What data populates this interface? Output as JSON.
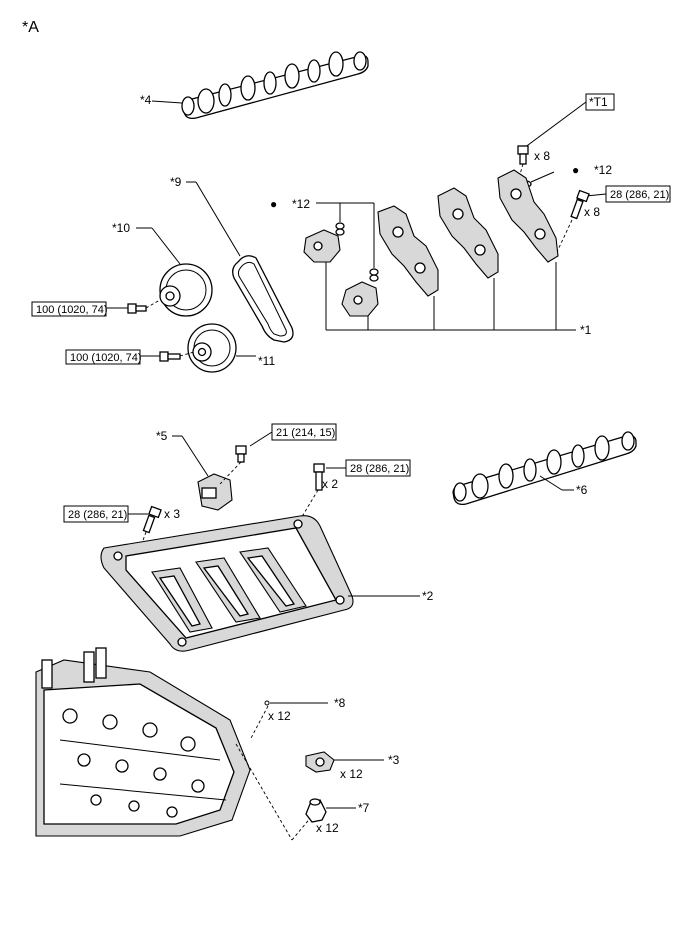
{
  "view_label": "*A",
  "callouts": {
    "c1": "*1",
    "c2": "*2",
    "c3": "*3",
    "c4": "*4",
    "c5": "*5",
    "c6": "*6",
    "c7": "*7",
    "c8": "*8",
    "c9": "*9",
    "c10": "*10",
    "c11": "*11",
    "c12a": "*12",
    "c12b": "*12",
    "t1": "*T1"
  },
  "quantities": {
    "q_bolt_t1": "x 8",
    "q_bolt_cap": "x 8",
    "q_bolt_carrier": "x 2",
    "q_bolt_left": "x 3",
    "q_part8": "x 12",
    "q_part3": "x 12",
    "q_part7": "x 12"
  },
  "torques": {
    "tq_bearing_cap": "28 (286, 21)",
    "tq_gear10": "100 (1020, 74)",
    "tq_gear11": "100 (1020, 74)",
    "tq_tensioner": "21 (214, 15)",
    "tq_carrier_right": "28 (286, 21)",
    "tq_carrier_left": "28 (286, 21)"
  },
  "markers": {
    "dot": "●"
  }
}
